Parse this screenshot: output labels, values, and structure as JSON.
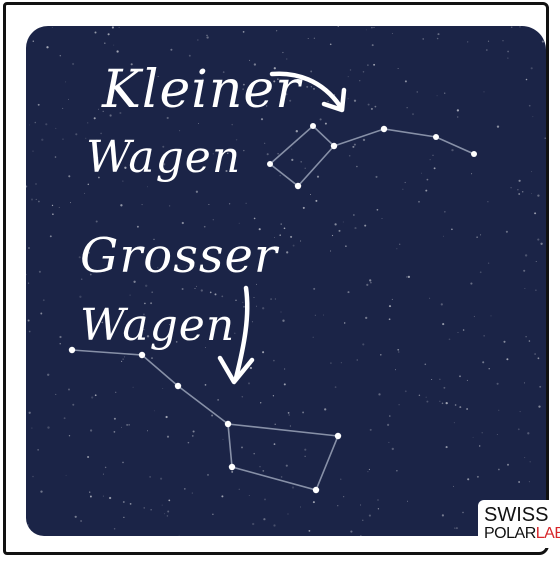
{
  "labels": {
    "kleiner_line1": "Kleiner",
    "kleiner_line2": "Wagen",
    "grosser_line1": "Grosser",
    "grosser_line2": "Wagen"
  },
  "logo": {
    "line1": "SWISS",
    "line2_main": "POLAR",
    "line2_accent": "LAB"
  },
  "colors": {
    "sky": "#1b2447",
    "ink": "#111111",
    "star": "#ffffff",
    "logo_accent": "#d7262a"
  },
  "constellations": [
    {
      "name": "Kleiner Wagen",
      "stars": 7
    },
    {
      "name": "Grosser Wagen",
      "stars": 7
    }
  ]
}
